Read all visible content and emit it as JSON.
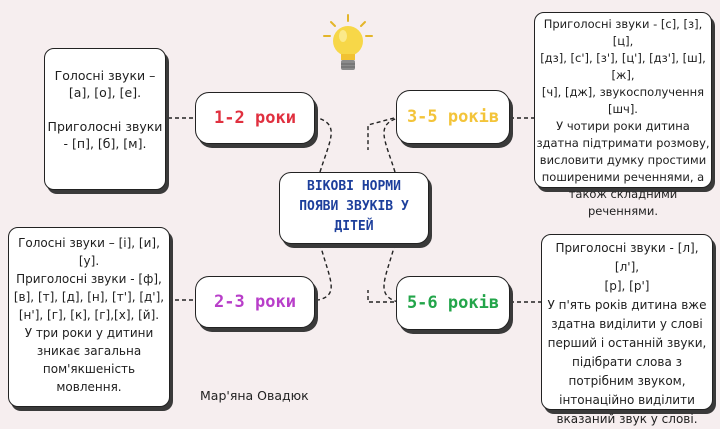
{
  "center": {
    "lines": [
      "ВІКОВІ НОРМИ",
      "ПОЯВИ ЗВУКІВ У",
      "ДІТЕЙ"
    ]
  },
  "ages": {
    "a1": {
      "label": "1-2 роки",
      "color": "#e0303f"
    },
    "a2": {
      "label": "2-3 роки",
      "color": "#b83ec9"
    },
    "a3": {
      "label": "3-5 років",
      "color": "#f3c43a"
    },
    "a4": {
      "label": "5-6 років",
      "color": "#23a54a"
    }
  },
  "cards": {
    "c1": {
      "lines": [
        "Голосні звуки –",
        "[а], [о], [е].",
        "",
        "Приголосні звуки",
        "- [п], [б], [м]."
      ]
    },
    "c2": {
      "lines": [
        "Голосні звуки – [і], [и],",
        "[у].",
        "Приголосні звуки - [ф],",
        "[в], [т], [д], [н], [т'], [д'],",
        "[н'], [г], [к], [г],[х], [й].",
        "У три роки у дитини",
        "зникає загальна",
        "пом'якшеність",
        "мовлення."
      ]
    },
    "c3": {
      "lines": [
        "Приголосні звуки - [с], [з], [ц],",
        "[дз], [с'], [з'], [ц'], [дз'], [ш], [ж],",
        "[ч], [дж], звукосполучення",
        "[шч].",
        "У чотири роки дитина",
        "здатна підтримати розмову,",
        "висловити думку простими",
        "поширеними реченнями, а",
        "також складними",
        "реченнями."
      ]
    },
    "c4": {
      "lines": [
        "Приголосні звуки -  [л], [л'],",
        "[р], [р']",
        "У п'ять років дитина вже",
        "здатна виділити у слові",
        "перший і останній звуки,",
        "підібрати слова з",
        "потрібним звуком,",
        "інтонаційно виділити",
        "вказаний звук у слові."
      ]
    }
  },
  "author": "Мар'яна Овадюк",
  "colors": {
    "background": "#f6eeef",
    "title_blue": "#1d3f9c",
    "bulb": "#f7d748"
  }
}
